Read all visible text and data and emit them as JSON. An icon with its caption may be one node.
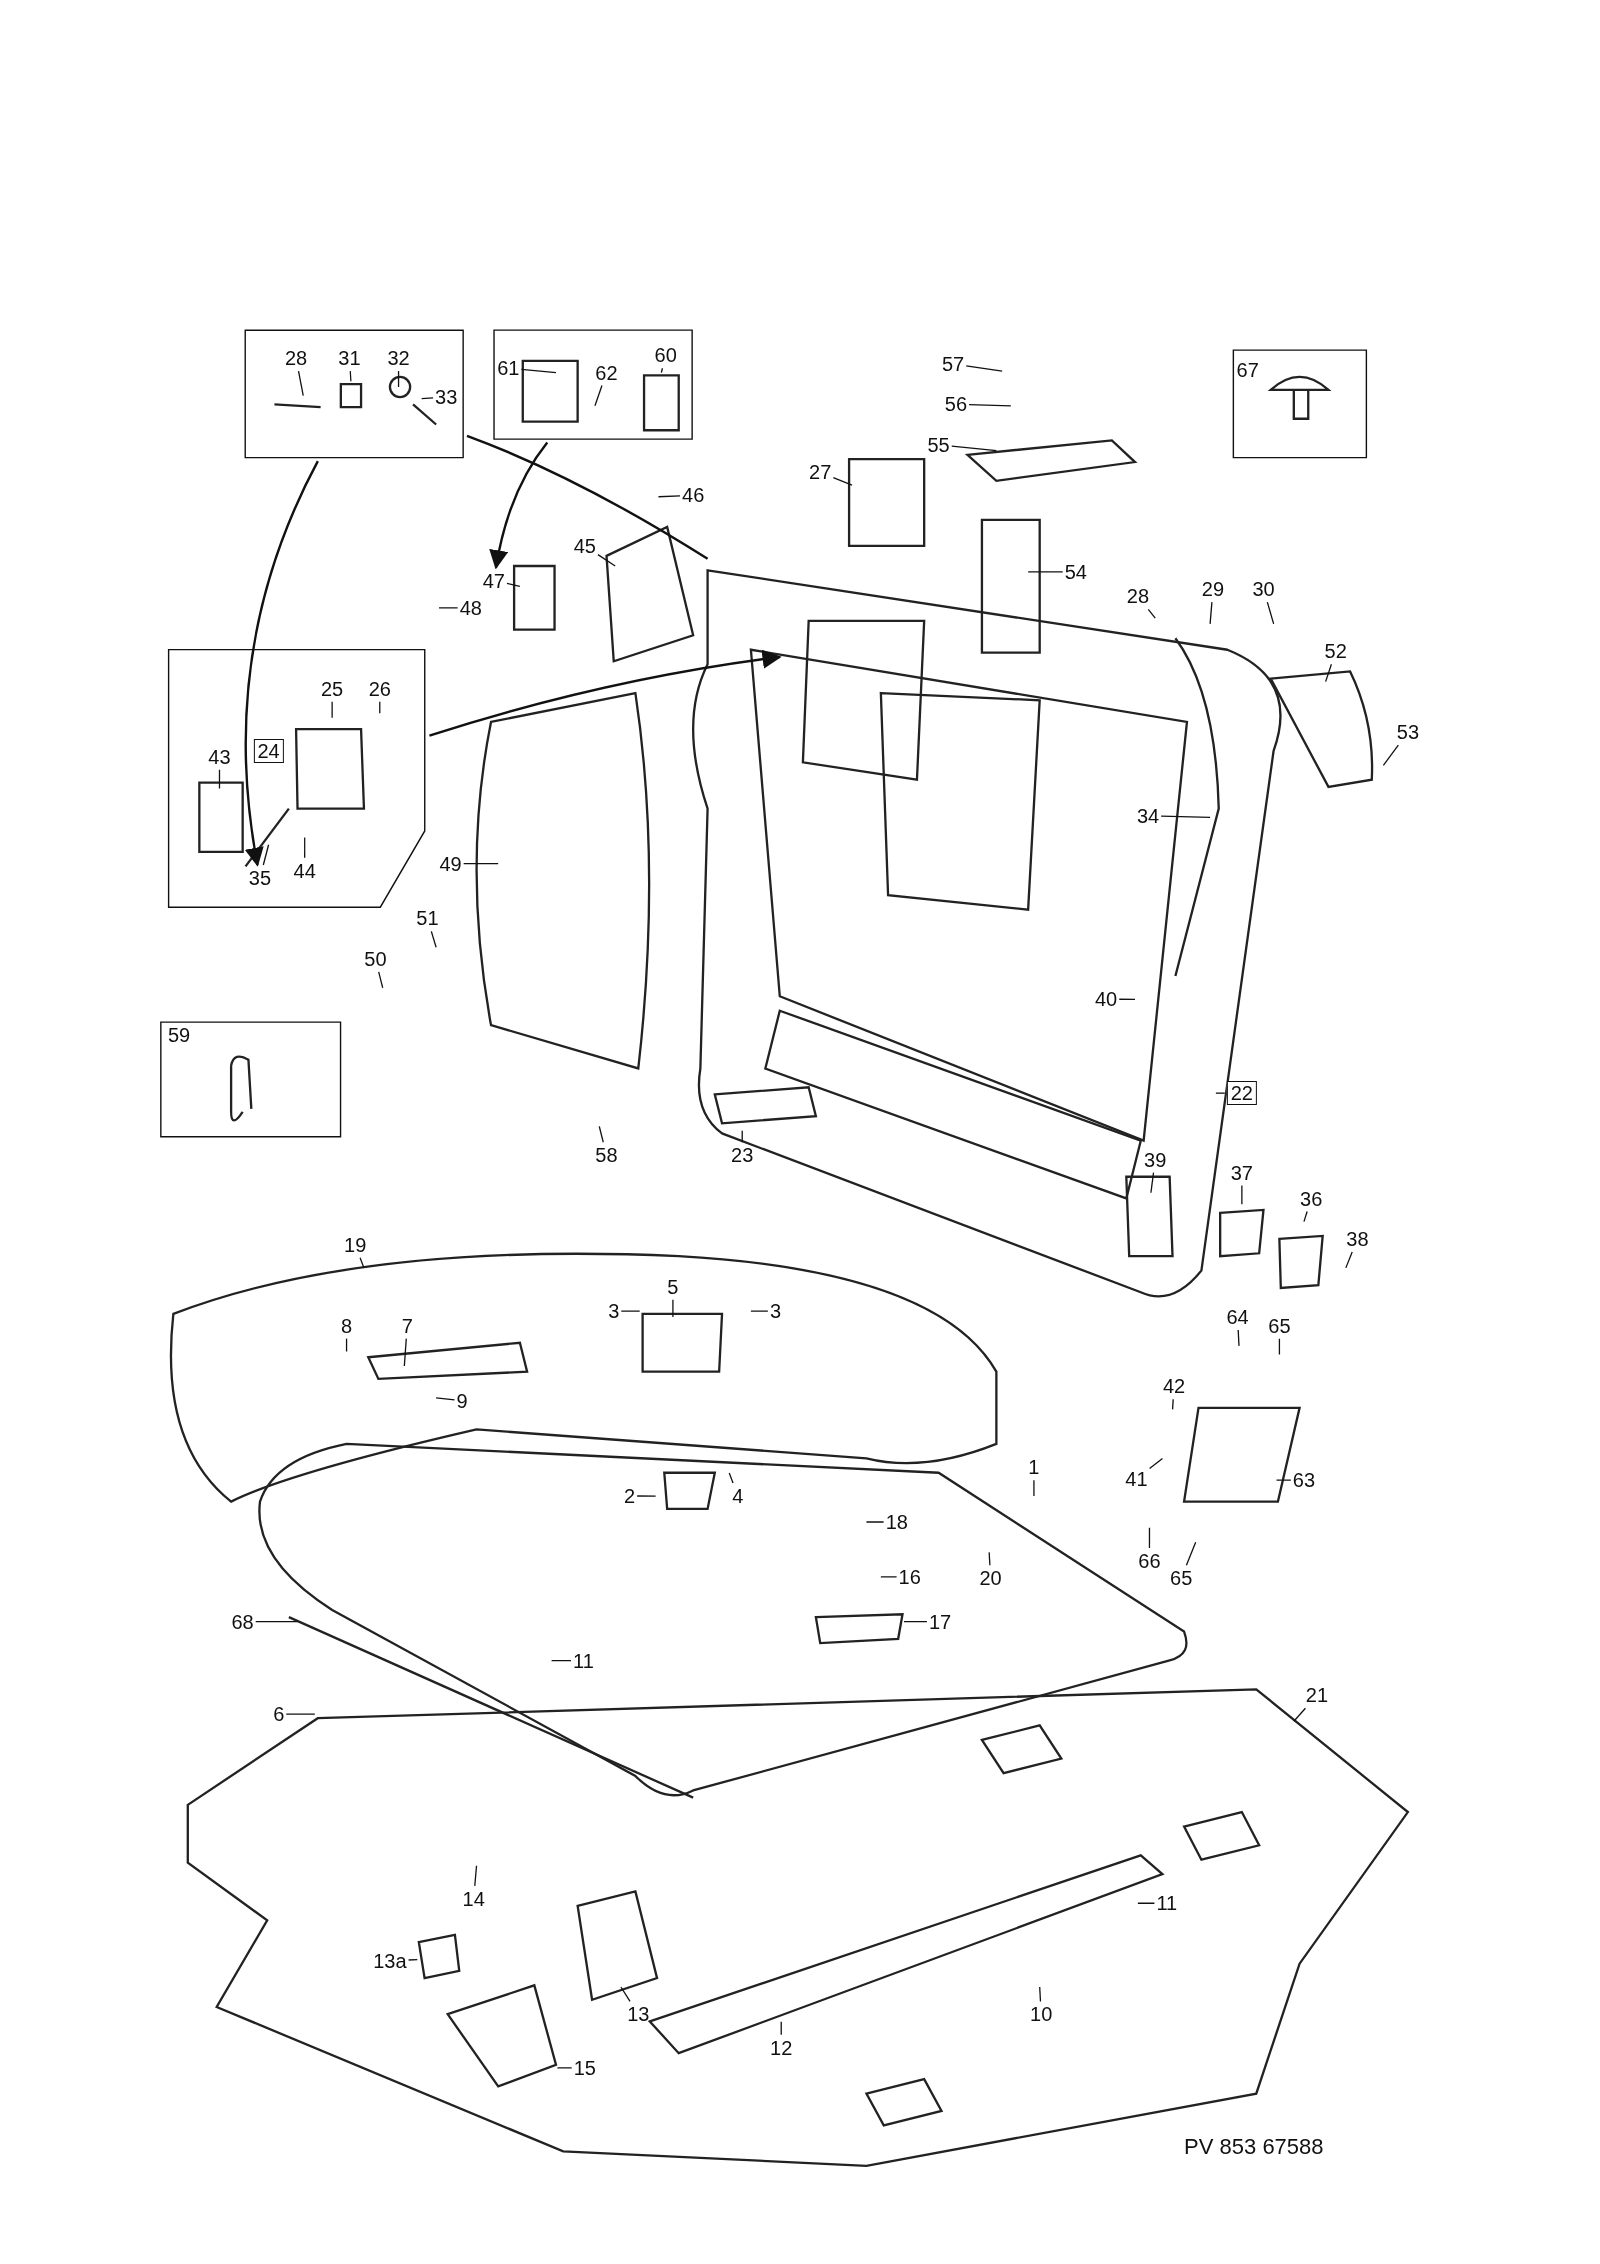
{
  "diagram": {
    "nodes": [
      {
        "text": [],
        "shape": "box"
      },
      {
        "text": [
          "28"
        ],
        "in": 0
      },
      {
        "text": [
          "31"
        ],
        "in": 0
      },
      {
        "text": [
          "32"
        ],
        "in": 0
      },
      {
        "text": [
          "33"
        ],
        "in": 0
      },
      {
        "text": [],
        "shape": "box"
      },
      {
        "text": [
          "61"
        ],
        "in": 5
      },
      {
        "text": [
          "62"
        ],
        "in": 5
      },
      {
        "text": [
          "60"
        ],
        "in": 5
      },
      {
        "text": [
          "57"
        ]
      },
      {
        "text": [],
        "shape": "box"
      },
      {
        "text": [
          "67"
        ],
        "in": 10
      },
      {
        "text": [
          "56"
        ]
      },
      {
        "text": [
          "55"
        ]
      },
      {
        "text": [
          "27"
        ]
      },
      {
        "text": [
          "46"
        ]
      },
      {
        "text": [
          "45"
        ]
      },
      {
        "text": [
          "54"
        ]
      },
      {
        "text": [
          "47"
        ]
      },
      {
        "text": [
          "29"
        ]
      },
      {
        "text": [
          "30"
        ]
      },
      {
        "text": [
          "28"
        ]
      },
      {
        "text": [
          "48"
        ]
      },
      {
        "text": [],
        "shape": "box"
      },
      {
        "text": [
          "25"
        ],
        "in": 23
      },
      {
        "text": [
          "26"
        ],
        "in": 23
      },
      {
        "text": [
          "52"
        ]
      },
      {
        "text": [
          "24"
        ],
        "in": 23
      },
      {
        "text": [
          "43"
        ],
        "in": 23
      },
      {
        "text": [
          "53"
        ]
      },
      {
        "text": [
          "34"
        ]
      },
      {
        "text": [
          "49"
        ]
      },
      {
        "text": [
          "35"
        ],
        "in": 23
      },
      {
        "text": [
          "44"
        ],
        "in": 23
      },
      {
        "text": [
          "51"
        ]
      },
      {
        "text": [
          "50"
        ]
      },
      {
        "text": [
          "40"
        ]
      },
      {
        "text": [],
        "shape": "box"
      },
      {
        "text": [
          "59"
        ],
        "in": 37
      },
      {
        "text": [
          "22"
        ]
      },
      {
        "text": [
          "58"
        ]
      },
      {
        "text": [
          "23"
        ]
      },
      {
        "text": [
          "39"
        ]
      },
      {
        "text": [
          "37"
        ]
      },
      {
        "text": [
          "36"
        ]
      },
      {
        "text": [
          "38"
        ]
      },
      {
        "text": [
          "19"
        ]
      },
      {
        "text": [
          "5"
        ]
      },
      {
        "text": [
          "3"
        ]
      },
      {
        "text": [
          "3"
        ]
      },
      {
        "text": [
          "8"
        ]
      },
      {
        "text": [
          "7"
        ]
      },
      {
        "text": [
          "64"
        ]
      },
      {
        "text": [
          "65"
        ]
      },
      {
        "text": [
          "9"
        ]
      },
      {
        "text": [
          "42"
        ]
      },
      {
        "text": [
          "1"
        ]
      },
      {
        "text": [
          "41"
        ]
      },
      {
        "text": [
          "63"
        ]
      },
      {
        "text": [
          "2"
        ]
      },
      {
        "text": [
          "4"
        ]
      },
      {
        "text": [
          "18"
        ]
      },
      {
        "text": [
          "16"
        ]
      },
      {
        "text": [
          "20"
        ]
      },
      {
        "text": [
          "66"
        ]
      },
      {
        "text": [
          "65"
        ]
      },
      {
        "text": [
          "17"
        ]
      },
      {
        "text": [
          "11"
        ]
      },
      {
        "text": [
          "68"
        ]
      },
      {
        "text": [
          "6"
        ]
      },
      {
        "text": [
          "21"
        ]
      },
      {
        "text": [
          "14"
        ]
      },
      {
        "text": [
          "13a"
        ]
      },
      {
        "text": [
          "11"
        ]
      },
      {
        "text": [
          "13"
        ]
      },
      {
        "text": [
          "10"
        ]
      },
      {
        "text": [
          "12"
        ]
      },
      {
        "text": [
          "15"
        ]
      }
    ],
    "edges": [
      {
        "from": 0,
        "to": 32,
        "arrow": "to"
      },
      {
        "from": 0,
        "to": null,
        "arrow": "none"
      },
      {
        "from": 5,
        "to": 18,
        "arrow": "to"
      },
      {
        "from": 23,
        "to": null,
        "arrow": "to"
      },
      {
        "from": 1,
        "to": null,
        "arrow": "none"
      },
      {
        "from": 2,
        "to": null,
        "arrow": "none"
      },
      {
        "from": 3,
        "to": null,
        "arrow": "none"
      },
      {
        "from": 4,
        "to": null,
        "arrow": "none"
      },
      {
        "from": 6,
        "to": null,
        "arrow": "none"
      },
      {
        "from": 7,
        "to": null,
        "arrow": "none"
      },
      {
        "from": 8,
        "to": null,
        "arrow": "none"
      },
      {
        "from": 9,
        "to": null,
        "arrow": "none"
      },
      {
        "from": 12,
        "to": null,
        "arrow": "none"
      },
      {
        "from": 13,
        "to": null,
        "arrow": "none"
      },
      {
        "from": 14,
        "to": null,
        "arrow": "none"
      },
      {
        "from": 15,
        "to": null,
        "arrow": "none"
      },
      {
        "from": 16,
        "to": null,
        "arrow": "none"
      },
      {
        "from": 17,
        "to": null,
        "arrow": "none"
      },
      {
        "from": 18,
        "to": null,
        "arrow": "none"
      },
      {
        "from": 19,
        "to": null,
        "arrow": "none"
      },
      {
        "from": 20,
        "to": null,
        "arrow": "none"
      },
      {
        "from": 21,
        "to": null,
        "arrow": "none"
      },
      {
        "from": 22,
        "to": null,
        "arrow": "none"
      },
      {
        "from": 24,
        "to": null,
        "arrow": "none"
      },
      {
        "from": 25,
        "to": null,
        "arrow": "none"
      },
      {
        "from": 26,
        "to": null,
        "arrow": "none"
      },
      {
        "from": 28,
        "to": null,
        "arrow": "none"
      },
      {
        "from": 29,
        "to": null,
        "arrow": "none"
      },
      {
        "from": 30,
        "to": null,
        "arrow": "none"
      },
      {
        "from": 31,
        "to": null,
        "arrow": "none"
      },
      {
        "from": 32,
        "to": null,
        "arrow": "none"
      },
      {
        "from": 33,
        "to": null,
        "arrow": "none"
      },
      {
        "from": 34,
        "to": null,
        "arrow": "none"
      },
      {
        "from": 35,
        "to": null,
        "arrow": "none"
      },
      {
        "from": 36,
        "to": null,
        "arrow": "none"
      },
      {
        "from": 39,
        "to": null,
        "arrow": "none"
      },
      {
        "from": 40,
        "to": null,
        "arrow": "none"
      },
      {
        "from": 41,
        "to": null,
        "arrow": "none"
      },
      {
        "from": 42,
        "to": null,
        "arrow": "none"
      },
      {
        "from": 43,
        "to": null,
        "arrow": "none"
      },
      {
        "from": 44,
        "to": null,
        "arrow": "none"
      },
      {
        "from": 45,
        "to": null,
        "arrow": "none"
      },
      {
        "from": 46,
        "to": null,
        "arrow": "none"
      },
      {
        "from": 47,
        "to": null,
        "arrow": "none"
      },
      {
        "from": 48,
        "to": null,
        "arrow": "none"
      },
      {
        "from": 49,
        "to": null,
        "arrow": "none"
      },
      {
        "from": 50,
        "to": null,
        "arrow": "none"
      },
      {
        "from": 51,
        "to": null,
        "arrow": "none"
      },
      {
        "from": 52,
        "to": null,
        "arrow": "none"
      },
      {
        "from": 53,
        "to": null,
        "arrow": "none"
      },
      {
        "from": 54,
        "to": null,
        "arrow": "none"
      },
      {
        "from": 55,
        "to": null,
        "arrow": "none"
      },
      {
        "from": 56,
        "to": null,
        "arrow": "none"
      },
      {
        "from": 57,
        "to": null,
        "arrow": "none"
      },
      {
        "from": 58,
        "to": null,
        "arrow": "none"
      },
      {
        "from": 59,
        "to": null,
        "arrow": "none"
      },
      {
        "from": 60,
        "to": null,
        "arrow": "none"
      },
      {
        "from": 61,
        "to": null,
        "arrow": "none"
      },
      {
        "from": 62,
        "to": null,
        "arrow": "none"
      },
      {
        "from": 63,
        "to": null,
        "arrow": "none"
      },
      {
        "from": 64,
        "to": null,
        "arrow": "none"
      },
      {
        "from": 65,
        "to": null,
        "arrow": "none"
      },
      {
        "from": 66,
        "to": null,
        "arrow": "none"
      },
      {
        "from": 67,
        "to": null,
        "arrow": "none"
      },
      {
        "from": 68,
        "to": null,
        "arrow": "none"
      },
      {
        "from": 69,
        "to": null,
        "arrow": "none"
      },
      {
        "from": 70,
        "to": null,
        "arrow": "none"
      },
      {
        "from": 71,
        "to": null,
        "arrow": "none"
      },
      {
        "from": 72,
        "to": null,
        "arrow": "none"
      },
      {
        "from": 73,
        "to": null,
        "arrow": "none"
      },
      {
        "from": 74,
        "to": null,
        "arrow": "none"
      },
      {
        "from": 75,
        "to": null,
        "arrow": "none"
      },
      {
        "from": 76,
        "to": null,
        "arrow": "none"
      },
      {
        "from": 77,
        "to": null,
        "arrow": "none"
      }
    ],
    "labels": [
      "PV 853 67588"
    ]
  }
}
